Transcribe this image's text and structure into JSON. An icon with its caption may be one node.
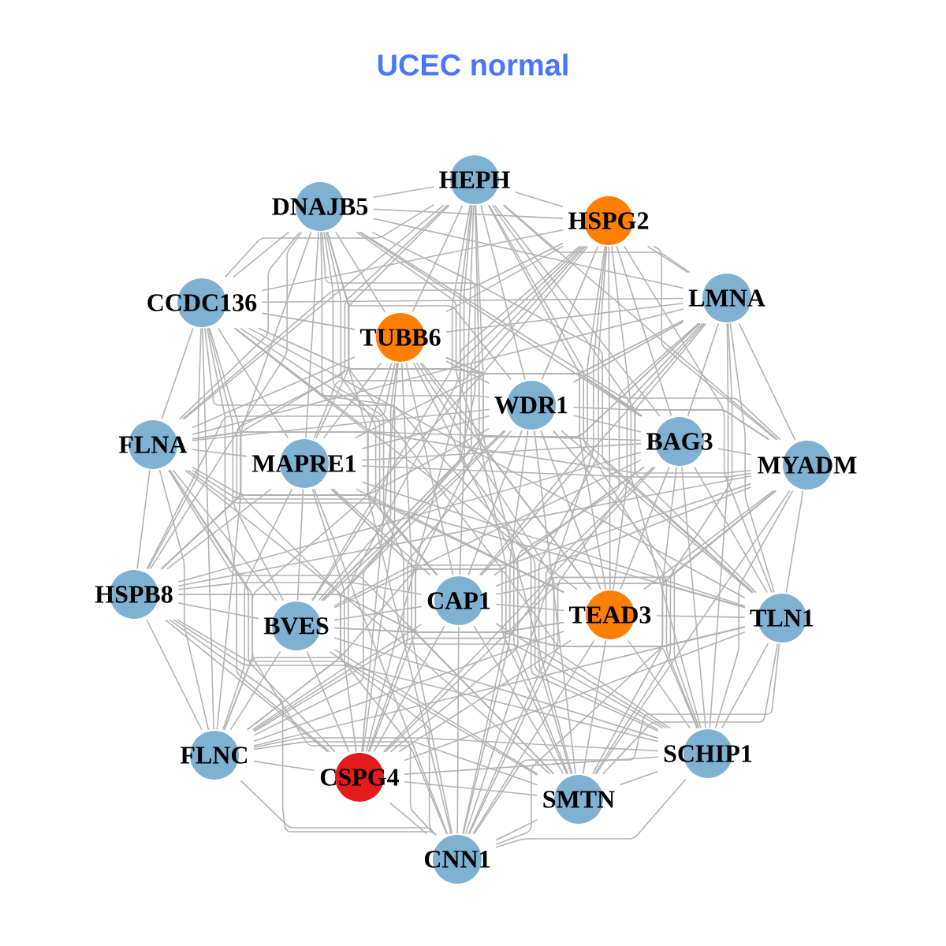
{
  "diagram": {
    "title": "UCEC normal",
    "nodes": [
      {
        "text": [
          "HEPH"
        ]
      },
      {
        "text": [
          "DNAJB5"
        ]
      },
      {
        "text": [
          "HSPG2"
        ]
      },
      {
        "text": [
          "LMNA"
        ]
      },
      {
        "text": [
          "CCDC136"
        ]
      },
      {
        "text": [
          "TUBB6"
        ]
      },
      {
        "text": [
          "WDR1"
        ]
      },
      {
        "text": [
          "FLNA"
        ]
      },
      {
        "text": [
          "MAPRE1"
        ]
      },
      {
        "text": [
          "BAG3"
        ]
      },
      {
        "text": [
          "MYADM"
        ]
      },
      {
        "text": [
          "HSPB8"
        ]
      },
      {
        "text": [
          "BVES"
        ]
      },
      {
        "text": [
          "CAP1"
        ]
      },
      {
        "text": [
          "TEAD3"
        ]
      },
      {
        "text": [
          "TLN1"
        ]
      },
      {
        "text": [
          "FLNC"
        ]
      },
      {
        "text": [
          "CSPG4"
        ]
      },
      {
        "text": [
          "SMTN"
        ]
      },
      {
        "text": [
          "SCHIP1"
        ]
      },
      {
        "text": [
          "CNN1"
        ]
      }
    ],
    "edges": [
      {
        "from": 0,
        "to": 1,
        "arrow": "none"
      },
      {
        "from": 0,
        "to": 2,
        "arrow": "none"
      },
      {
        "from": 0,
        "to": 3,
        "arrow": "none"
      },
      {
        "from": 0,
        "to": 4,
        "arrow": "none"
      },
      {
        "from": 0,
        "to": 5,
        "arrow": "none"
      },
      {
        "from": 0,
        "to": 6,
        "arrow": "none"
      },
      {
        "from": 0,
        "to": 7,
        "arrow": "none"
      },
      {
        "from": 0,
        "to": 8,
        "arrow": "none"
      },
      {
        "from": 0,
        "to": 9,
        "arrow": "none"
      },
      {
        "from": 0,
        "to": 10,
        "arrow": "none"
      },
      {
        "from": 0,
        "to": 11,
        "arrow": "none"
      },
      {
        "from": 0,
        "to": 12,
        "arrow": "none"
      },
      {
        "from": 0,
        "to": 13,
        "arrow": "none"
      },
      {
        "from": 0,
        "to": 14,
        "arrow": "none"
      },
      {
        "from": 0,
        "to": 15,
        "arrow": "none"
      },
      {
        "from": 0,
        "to": 16,
        "arrow": "none"
      },
      {
        "from": 0,
        "to": 17,
        "arrow": "none"
      },
      {
        "from": 0,
        "to": 18,
        "arrow": "none"
      },
      {
        "from": 0,
        "to": 19,
        "arrow": "none"
      },
      {
        "from": 0,
        "to": 20,
        "arrow": "none"
      },
      {
        "from": 1,
        "to": 2,
        "arrow": "none"
      },
      {
        "from": 1,
        "to": 3,
        "arrow": "none"
      },
      {
        "from": 1,
        "to": 4,
        "arrow": "none"
      },
      {
        "from": 1,
        "to": 5,
        "arrow": "none"
      },
      {
        "from": 1,
        "to": 6,
        "arrow": "none"
      },
      {
        "from": 1,
        "to": 7,
        "arrow": "none"
      },
      {
        "from": 1,
        "to": 8,
        "arrow": "none"
      },
      {
        "from": 1,
        "to": 9,
        "arrow": "none"
      },
      {
        "from": 1,
        "to": 10,
        "arrow": "none"
      },
      {
        "from": 1,
        "to": 11,
        "arrow": "none"
      },
      {
        "from": 1,
        "to": 12,
        "arrow": "none"
      },
      {
        "from": 1,
        "to": 13,
        "arrow": "none"
      },
      {
        "from": 1,
        "to": 14,
        "arrow": "none"
      },
      {
        "from": 1,
        "to": 15,
        "arrow": "none"
      },
      {
        "from": 1,
        "to": 16,
        "arrow": "none"
      },
      {
        "from": 1,
        "to": 17,
        "arrow": "none"
      },
      {
        "from": 1,
        "to": 18,
        "arrow": "none"
      },
      {
        "from": 1,
        "to": 19,
        "arrow": "none"
      },
      {
        "from": 1,
        "to": 20,
        "arrow": "none"
      },
      {
        "from": 2,
        "to": 3,
        "arrow": "none"
      },
      {
        "from": 2,
        "to": 4,
        "arrow": "none"
      },
      {
        "from": 2,
        "to": 5,
        "arrow": "none"
      },
      {
        "from": 2,
        "to": 6,
        "arrow": "none"
      },
      {
        "from": 2,
        "to": 7,
        "arrow": "none"
      },
      {
        "from": 2,
        "to": 8,
        "arrow": "none"
      },
      {
        "from": 2,
        "to": 9,
        "arrow": "none"
      },
      {
        "from": 2,
        "to": 10,
        "arrow": "none"
      },
      {
        "from": 2,
        "to": 11,
        "arrow": "none"
      },
      {
        "from": 2,
        "to": 12,
        "arrow": "none"
      },
      {
        "from": 2,
        "to": 13,
        "arrow": "none"
      },
      {
        "from": 2,
        "to": 14,
        "arrow": "none"
      },
      {
        "from": 2,
        "to": 15,
        "arrow": "none"
      },
      {
        "from": 2,
        "to": 16,
        "arrow": "none"
      },
      {
        "from": 2,
        "to": 17,
        "arrow": "none"
      },
      {
        "from": 2,
        "to": 18,
        "arrow": "none"
      },
      {
        "from": 2,
        "to": 19,
        "arrow": "none"
      },
      {
        "from": 2,
        "to": 20,
        "arrow": "none"
      },
      {
        "from": 3,
        "to": 4,
        "arrow": "none"
      },
      {
        "from": 3,
        "to": 5,
        "arrow": "none"
      },
      {
        "from": 3,
        "to": 6,
        "arrow": "none"
      },
      {
        "from": 3,
        "to": 7,
        "arrow": "none"
      },
      {
        "from": 3,
        "to": 8,
        "arrow": "none"
      },
      {
        "from": 3,
        "to": 9,
        "arrow": "none"
      },
      {
        "from": 3,
        "to": 10,
        "arrow": "none"
      },
      {
        "from": 3,
        "to": 11,
        "arrow": "none"
      },
      {
        "from": 3,
        "to": 12,
        "arrow": "none"
      },
      {
        "from": 3,
        "to": 13,
        "arrow": "none"
      },
      {
        "from": 3,
        "to": 14,
        "arrow": "none"
      },
      {
        "from": 3,
        "to": 15,
        "arrow": "none"
      },
      {
        "from": 3,
        "to": 16,
        "arrow": "none"
      },
      {
        "from": 3,
        "to": 17,
        "arrow": "none"
      },
      {
        "from": 3,
        "to": 18,
        "arrow": "none"
      },
      {
        "from": 3,
        "to": 19,
        "arrow": "none"
      },
      {
        "from": 3,
        "to": 20,
        "arrow": "none"
      },
      {
        "from": 4,
        "to": 5,
        "arrow": "none"
      },
      {
        "from": 4,
        "to": 6,
        "arrow": "none"
      },
      {
        "from": 4,
        "to": 7,
        "arrow": "none"
      },
      {
        "from": 4,
        "to": 8,
        "arrow": "none"
      },
      {
        "from": 4,
        "to": 9,
        "arrow": "none"
      },
      {
        "from": 4,
        "to": 10,
        "arrow": "none"
      },
      {
        "from": 4,
        "to": 11,
        "arrow": "none"
      },
      {
        "from": 4,
        "to": 12,
        "arrow": "none"
      },
      {
        "from": 4,
        "to": 13,
        "arrow": "none"
      },
      {
        "from": 4,
        "to": 14,
        "arrow": "none"
      },
      {
        "from": 4,
        "to": 15,
        "arrow": "none"
      },
      {
        "from": 4,
        "to": 16,
        "arrow": "none"
      },
      {
        "from": 4,
        "to": 17,
        "arrow": "none"
      },
      {
        "from": 4,
        "to": 18,
        "arrow": "none"
      },
      {
        "from": 4,
        "to": 19,
        "arrow": "none"
      },
      {
        "from": 4,
        "to": 20,
        "arrow": "none"
      },
      {
        "from": 5,
        "to": 6,
        "arrow": "none"
      },
      {
        "from": 5,
        "to": 7,
        "arrow": "none"
      },
      {
        "from": 5,
        "to": 8,
        "arrow": "none"
      },
      {
        "from": 5,
        "to": 9,
        "arrow": "none"
      },
      {
        "from": 5,
        "to": 10,
        "arrow": "none"
      },
      {
        "from": 5,
        "to": 11,
        "arrow": "none"
      },
      {
        "from": 5,
        "to": 12,
        "arrow": "none"
      },
      {
        "from": 5,
        "to": 13,
        "arrow": "none"
      },
      {
        "from": 5,
        "to": 14,
        "arrow": "none"
      },
      {
        "from": 5,
        "to": 15,
        "arrow": "none"
      },
      {
        "from": 5,
        "to": 16,
        "arrow": "none"
      },
      {
        "from": 5,
        "to": 17,
        "arrow": "none"
      },
      {
        "from": 5,
        "to": 18,
        "arrow": "none"
      },
      {
        "from": 5,
        "to": 19,
        "arrow": "none"
      },
      {
        "from": 5,
        "to": 20,
        "arrow": "none"
      },
      {
        "from": 6,
        "to": 7,
        "arrow": "none"
      },
      {
        "from": 6,
        "to": 8,
        "arrow": "none"
      },
      {
        "from": 6,
        "to": 9,
        "arrow": "none"
      },
      {
        "from": 6,
        "to": 10,
        "arrow": "none"
      },
      {
        "from": 6,
        "to": 11,
        "arrow": "none"
      },
      {
        "from": 6,
        "to": 12,
        "arrow": "none"
      },
      {
        "from": 6,
        "to": 13,
        "arrow": "none"
      },
      {
        "from": 6,
        "to": 14,
        "arrow": "none"
      },
      {
        "from": 6,
        "to": 15,
        "arrow": "none"
      },
      {
        "from": 6,
        "to": 16,
        "arrow": "none"
      },
      {
        "from": 6,
        "to": 17,
        "arrow": "none"
      },
      {
        "from": 6,
        "to": 18,
        "arrow": "none"
      },
      {
        "from": 6,
        "to": 19,
        "arrow": "none"
      },
      {
        "from": 6,
        "to": 20,
        "arrow": "none"
      },
      {
        "from": 7,
        "to": 8,
        "arrow": "none"
      },
      {
        "from": 7,
        "to": 9,
        "arrow": "none"
      },
      {
        "from": 7,
        "to": 10,
        "arrow": "none"
      },
      {
        "from": 7,
        "to": 11,
        "arrow": "none"
      },
      {
        "from": 7,
        "to": 12,
        "arrow": "none"
      },
      {
        "from": 7,
        "to": 13,
        "arrow": "none"
      },
      {
        "from": 7,
        "to": 14,
        "arrow": "none"
      },
      {
        "from": 7,
        "to": 15,
        "arrow": "none"
      },
      {
        "from": 7,
        "to": 16,
        "arrow": "none"
      },
      {
        "from": 7,
        "to": 17,
        "arrow": "none"
      },
      {
        "from": 7,
        "to": 18,
        "arrow": "none"
      },
      {
        "from": 7,
        "to": 19,
        "arrow": "none"
      },
      {
        "from": 7,
        "to": 20,
        "arrow": "none"
      },
      {
        "from": 8,
        "to": 9,
        "arrow": "none"
      },
      {
        "from": 8,
        "to": 10,
        "arrow": "none"
      },
      {
        "from": 8,
        "to": 11,
        "arrow": "none"
      },
      {
        "from": 8,
        "to": 12,
        "arrow": "none"
      },
      {
        "from": 8,
        "to": 13,
        "arrow": "none"
      },
      {
        "from": 8,
        "to": 14,
        "arrow": "none"
      },
      {
        "from": 8,
        "to": 15,
        "arrow": "none"
      },
      {
        "from": 8,
        "to": 16,
        "arrow": "none"
      },
      {
        "from": 8,
        "to": 17,
        "arrow": "none"
      },
      {
        "from": 8,
        "to": 18,
        "arrow": "none"
      },
      {
        "from": 8,
        "to": 19,
        "arrow": "none"
      },
      {
        "from": 8,
        "to": 20,
        "arrow": "none"
      },
      {
        "from": 9,
        "to": 10,
        "arrow": "none"
      },
      {
        "from": 9,
        "to": 11,
        "arrow": "none"
      },
      {
        "from": 9,
        "to": 12,
        "arrow": "none"
      },
      {
        "from": 9,
        "to": 13,
        "arrow": "none"
      },
      {
        "from": 9,
        "to": 14,
        "arrow": "none"
      },
      {
        "from": 9,
        "to": 15,
        "arrow": "none"
      },
      {
        "from": 9,
        "to": 16,
        "arrow": "none"
      },
      {
        "from": 9,
        "to": 17,
        "arrow": "none"
      },
      {
        "from": 9,
        "to": 18,
        "arrow": "none"
      },
      {
        "from": 9,
        "to": 19,
        "arrow": "none"
      },
      {
        "from": 9,
        "to": 20,
        "arrow": "none"
      },
      {
        "from": 10,
        "to": 11,
        "arrow": "none"
      },
      {
        "from": 10,
        "to": 12,
        "arrow": "none"
      },
      {
        "from": 10,
        "to": 13,
        "arrow": "none"
      },
      {
        "from": 10,
        "to": 14,
        "arrow": "none"
      },
      {
        "from": 10,
        "to": 15,
        "arrow": "none"
      },
      {
        "from": 10,
        "to": 16,
        "arrow": "none"
      },
      {
        "from": 10,
        "to": 17,
        "arrow": "none"
      },
      {
        "from": 10,
        "to": 18,
        "arrow": "none"
      },
      {
        "from": 10,
        "to": 19,
        "arrow": "none"
      },
      {
        "from": 10,
        "to": 20,
        "arrow": "none"
      },
      {
        "from": 11,
        "to": 12,
        "arrow": "none"
      },
      {
        "from": 11,
        "to": 13,
        "arrow": "none"
      },
      {
        "from": 11,
        "to": 14,
        "arrow": "none"
      },
      {
        "from": 11,
        "to": 15,
        "arrow": "none"
      },
      {
        "from": 11,
        "to": 16,
        "arrow": "none"
      },
      {
        "from": 11,
        "to": 17,
        "arrow": "none"
      },
      {
        "from": 11,
        "to": 18,
        "arrow": "none"
      },
      {
        "from": 11,
        "to": 19,
        "arrow": "none"
      },
      {
        "from": 11,
        "to": 20,
        "arrow": "none"
      },
      {
        "from": 12,
        "to": 13,
        "arrow": "none"
      },
      {
        "from": 12,
        "to": 14,
        "arrow": "none"
      },
      {
        "from": 12,
        "to": 15,
        "arrow": "none"
      },
      {
        "from": 12,
        "to": 16,
        "arrow": "none"
      },
      {
        "from": 12,
        "to": 17,
        "arrow": "none"
      },
      {
        "from": 12,
        "to": 18,
        "arrow": "none"
      },
      {
        "from": 12,
        "to": 19,
        "arrow": "none"
      },
      {
        "from": 12,
        "to": 20,
        "arrow": "none"
      },
      {
        "from": 13,
        "to": 14,
        "arrow": "none"
      },
      {
        "from": 13,
        "to": 15,
        "arrow": "none"
      },
      {
        "from": 13,
        "to": 16,
        "arrow": "none"
      },
      {
        "from": 13,
        "to": 17,
        "arrow": "none"
      },
      {
        "from": 13,
        "to": 18,
        "arrow": "none"
      },
      {
        "from": 13,
        "to": 19,
        "arrow": "none"
      },
      {
        "from": 13,
        "to": 20,
        "arrow": "none"
      },
      {
        "from": 14,
        "to": 15,
        "arrow": "none"
      },
      {
        "from": 14,
        "to": 16,
        "arrow": "none"
      },
      {
        "from": 14,
        "to": 17,
        "arrow": "none"
      },
      {
        "from": 14,
        "to": 18,
        "arrow": "none"
      },
      {
        "from": 14,
        "to": 19,
        "arrow": "none"
      },
      {
        "from": 14,
        "to": 20,
        "arrow": "none"
      },
      {
        "from": 15,
        "to": 16,
        "arrow": "none"
      },
      {
        "from": 15,
        "to": 17,
        "arrow": "none"
      },
      {
        "from": 15,
        "to": 18,
        "arrow": "none"
      },
      {
        "from": 15,
        "to": 19,
        "arrow": "none"
      },
      {
        "from": 15,
        "to": 20,
        "arrow": "none"
      },
      {
        "from": 16,
        "to": 17,
        "arrow": "none"
      },
      {
        "from": 16,
        "to": 18,
        "arrow": "none"
      },
      {
        "from": 16,
        "to": 19,
        "arrow": "none"
      },
      {
        "from": 16,
        "to": 20,
        "arrow": "none"
      },
      {
        "from": 17,
        "to": 18,
        "arrow": "none"
      },
      {
        "from": 17,
        "to": 19,
        "arrow": "none"
      },
      {
        "from": 17,
        "to": 20,
        "arrow": "none"
      },
      {
        "from": 18,
        "to": 19,
        "arrow": "none"
      },
      {
        "from": 18,
        "to": 20,
        "arrow": "none"
      },
      {
        "from": 19,
        "to": 20,
        "arrow": "none"
      }
    ]
  }
}
